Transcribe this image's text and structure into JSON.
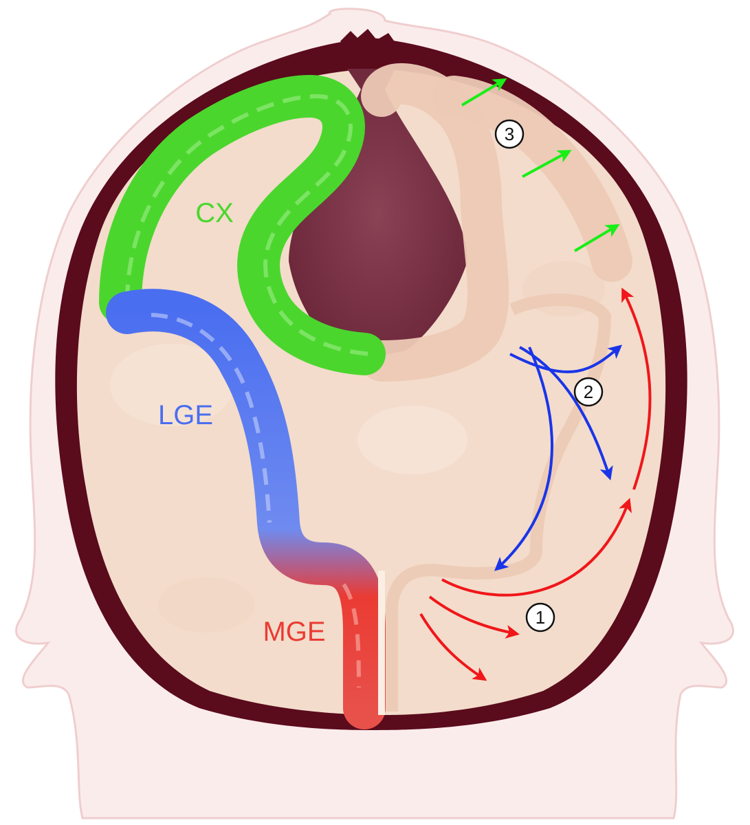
{
  "colors": {
    "cortex": "#4bd62e",
    "lge": "#4a6ef0",
    "mge": "#ea3b33",
    "migration_mge": "#f0161a",
    "migration_lge": "#1a35e8",
    "migration_cortex": "#19ee16",
    "brain_tissue": "#f3dccb",
    "ventricle": "#7a3245",
    "skull_outline": "#5a0b1c",
    "skin": "#f5dede"
  },
  "labels": {
    "cortex": "CX",
    "lge": "LGE",
    "mge": "MGE"
  },
  "steps": {
    "one": "1",
    "two": "2",
    "three": "3"
  }
}
